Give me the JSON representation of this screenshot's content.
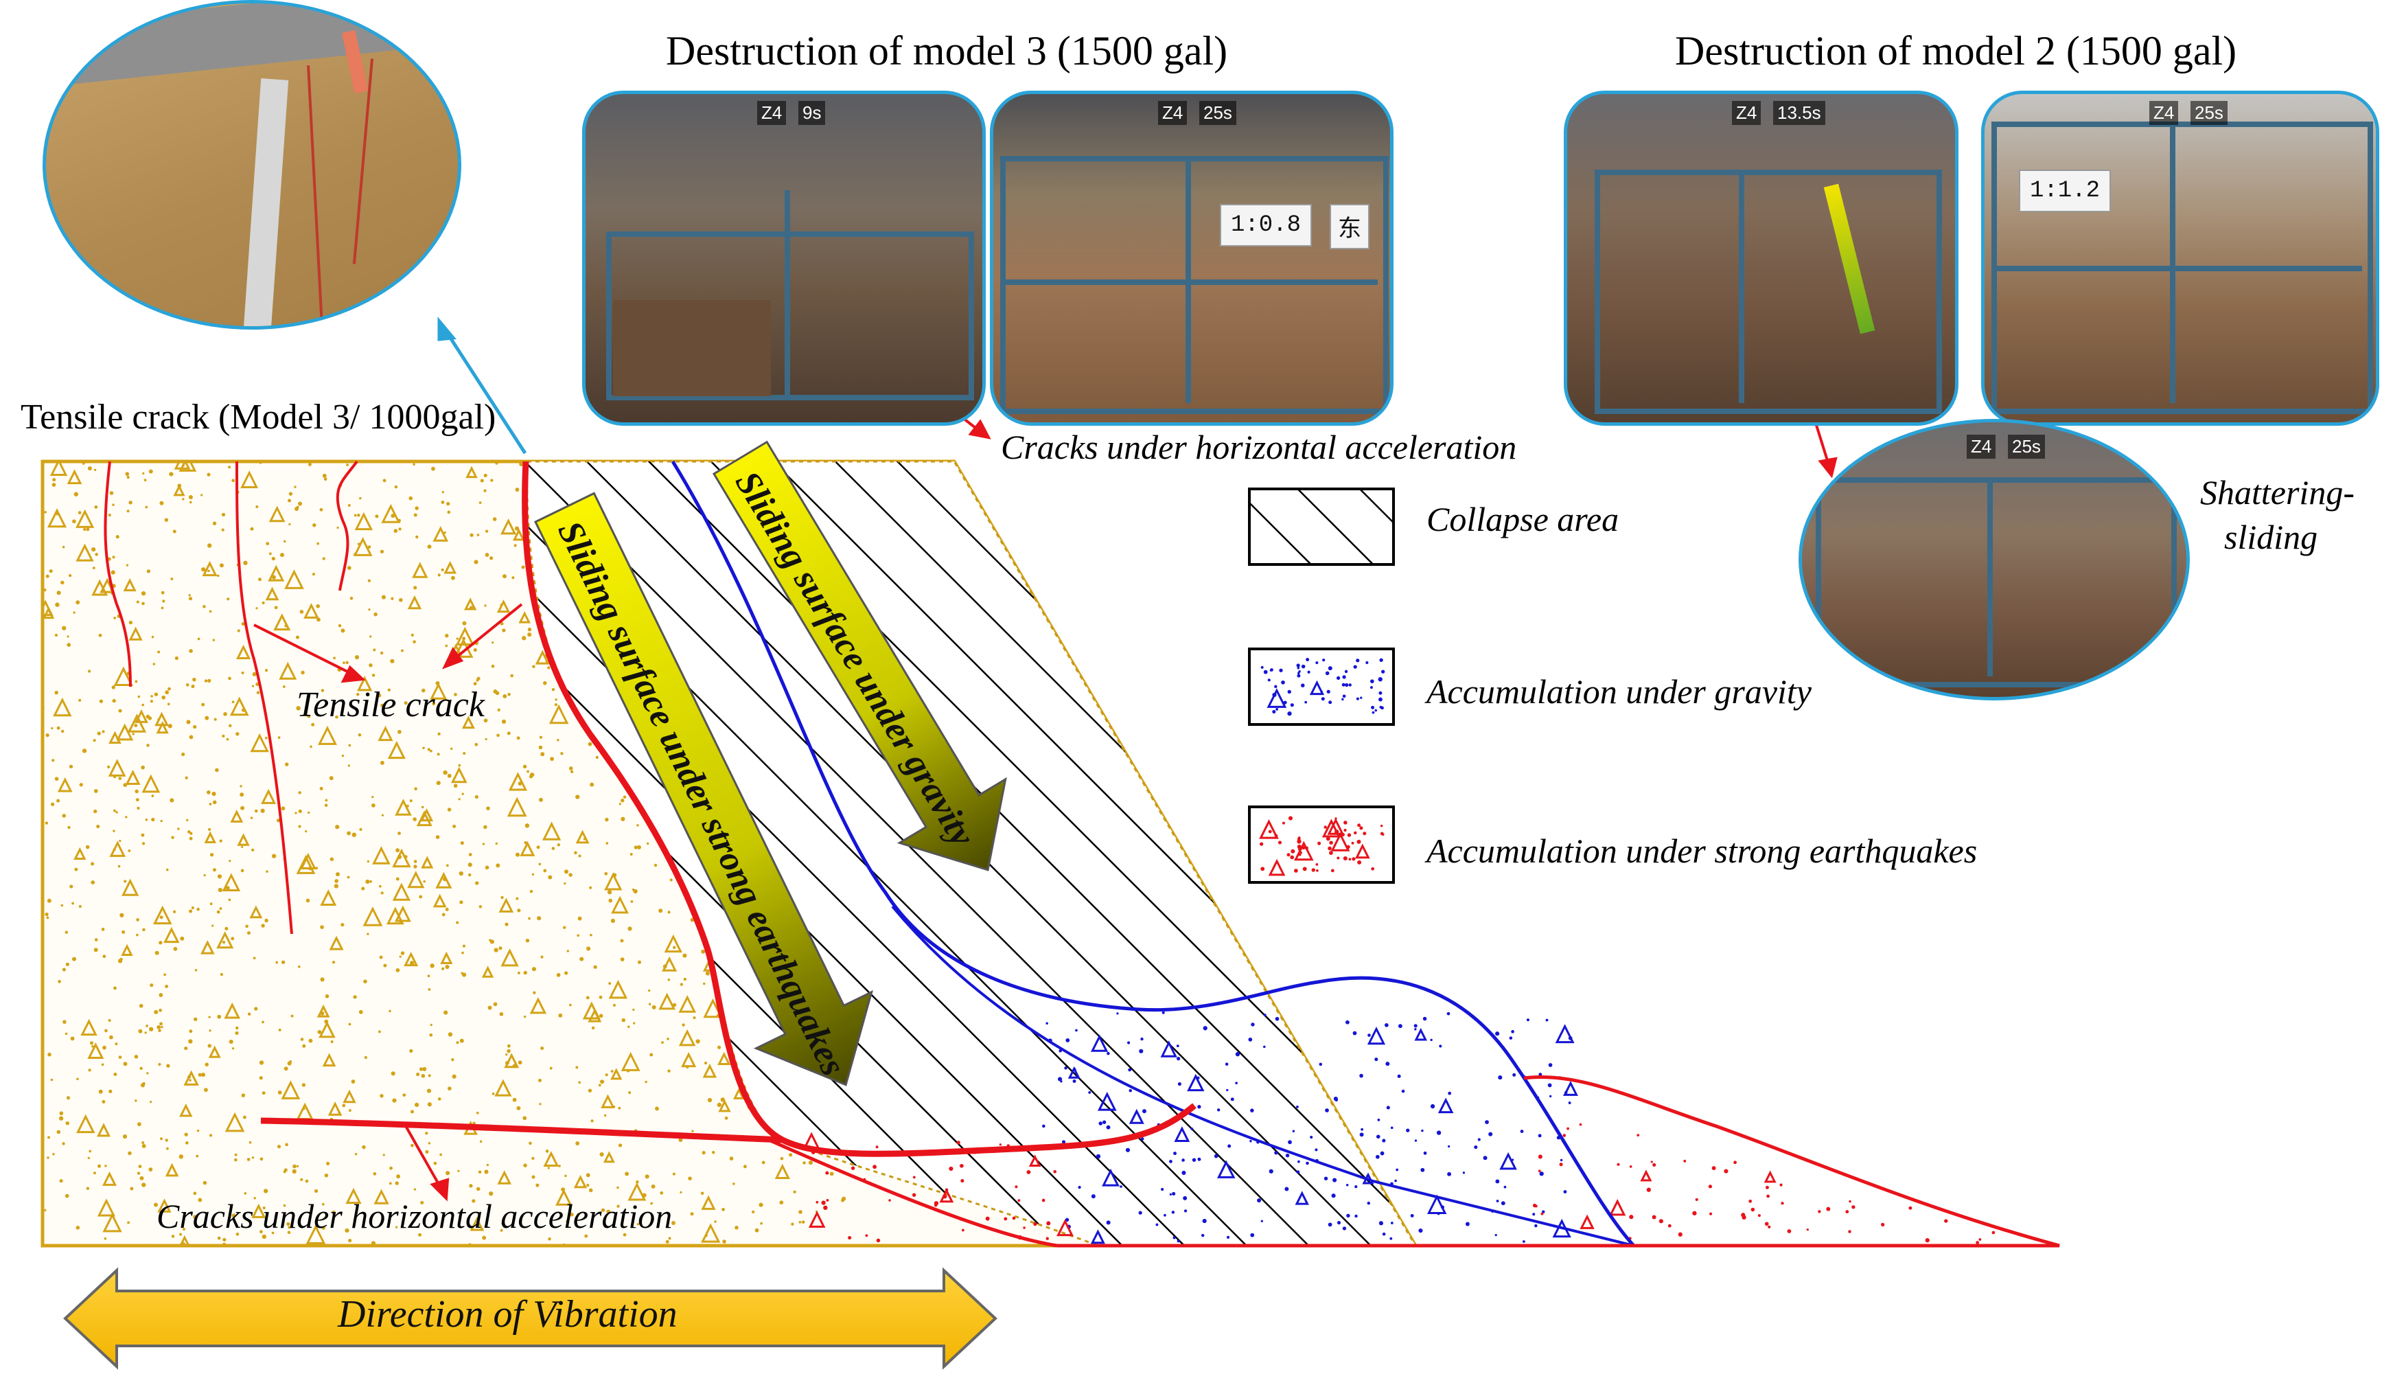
{
  "titles": {
    "model3": "Destruction of model 3 (1500 gal)",
    "model2": "Destruction of model 2 (1500 gal)"
  },
  "photos": {
    "model3_a": {
      "tag": "Z4",
      "time": "9s"
    },
    "model3_b": {
      "tag": "Z4",
      "time": "25s",
      "sign": "1:0.8",
      "sign2": "东"
    },
    "model2_a": {
      "tag": "Z4",
      "time": "13.5s"
    },
    "model2_b": {
      "tag": "Z4",
      "time": "25s",
      "sign": "1:1.2"
    },
    "model2_c": {
      "tag": "Z4",
      "time": "25s"
    }
  },
  "labels": {
    "tensile_crack_photo": "Tensile crack (Model 3/ 1000gal)",
    "cracks_top": "Cracks under horizontal acceleration",
    "shattering": "Shattering-",
    "sliding": "sliding",
    "tensile_crack": "Tensile crack",
    "cracks_bottom": "Cracks under horizontal acceleration",
    "arrow_gravity": "Sliding surface under gravity",
    "arrow_earthquake": "Sliding surface under strong earthquakes",
    "direction": "Direction of Vibration"
  },
  "legend": {
    "collapse": "Collapse area",
    "gravity": "Accumulation under gravity",
    "earthquake": "Accumulation under strong earthquakes"
  },
  "colors": {
    "slope_border": "#d4a317",
    "soil_dots": "#d4a317",
    "red": "#e8141b",
    "blue": "#1515d6",
    "photo_border": "#2aa3d8",
    "arrow_fill": "#f6c000",
    "slide_arrow_top": "#f5f000",
    "slide_arrow_bottom": "#555500"
  }
}
